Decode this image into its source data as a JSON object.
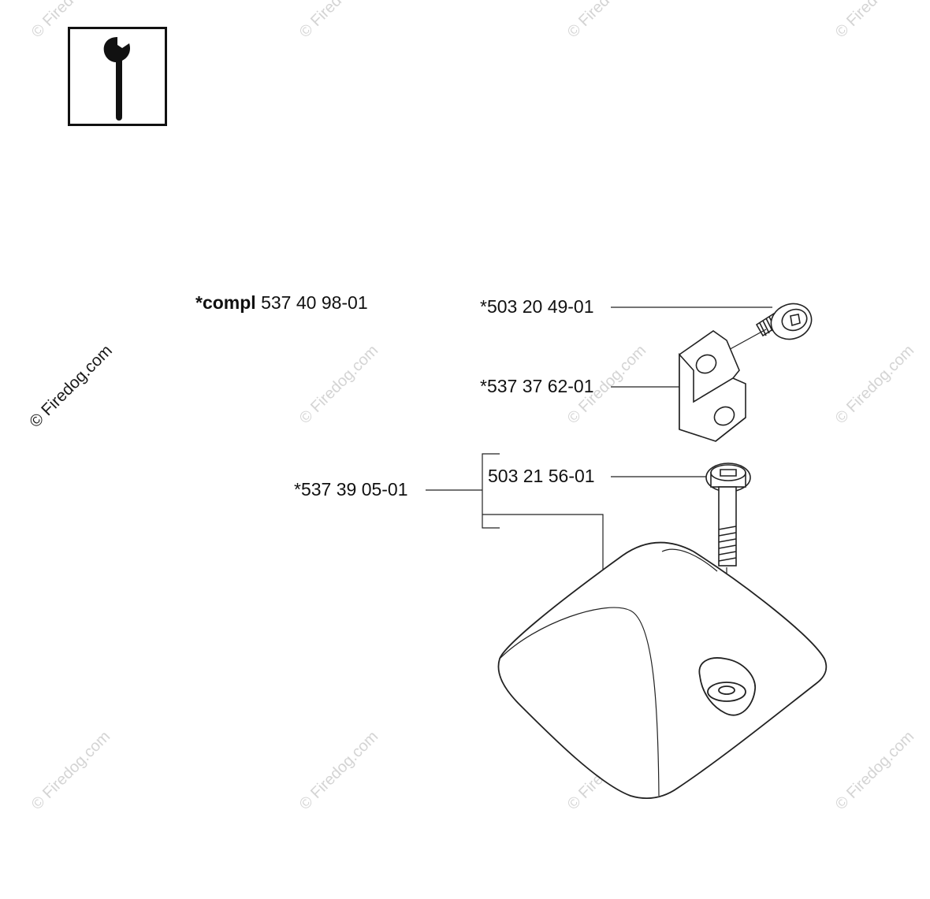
{
  "service_icon": "wrench-icon",
  "kit": {
    "prefix": "*compl",
    "number": "537 40 98-01"
  },
  "parts": {
    "cap_screw": "*503 20 49-01",
    "clamp_block": "*537 37 62-01",
    "bolt": "503 21 56-01",
    "handle_assembly": "*537 39 05-01"
  },
  "watermark": {
    "main": "© Firedog.com",
    "repeat": "© Firedog.com"
  }
}
